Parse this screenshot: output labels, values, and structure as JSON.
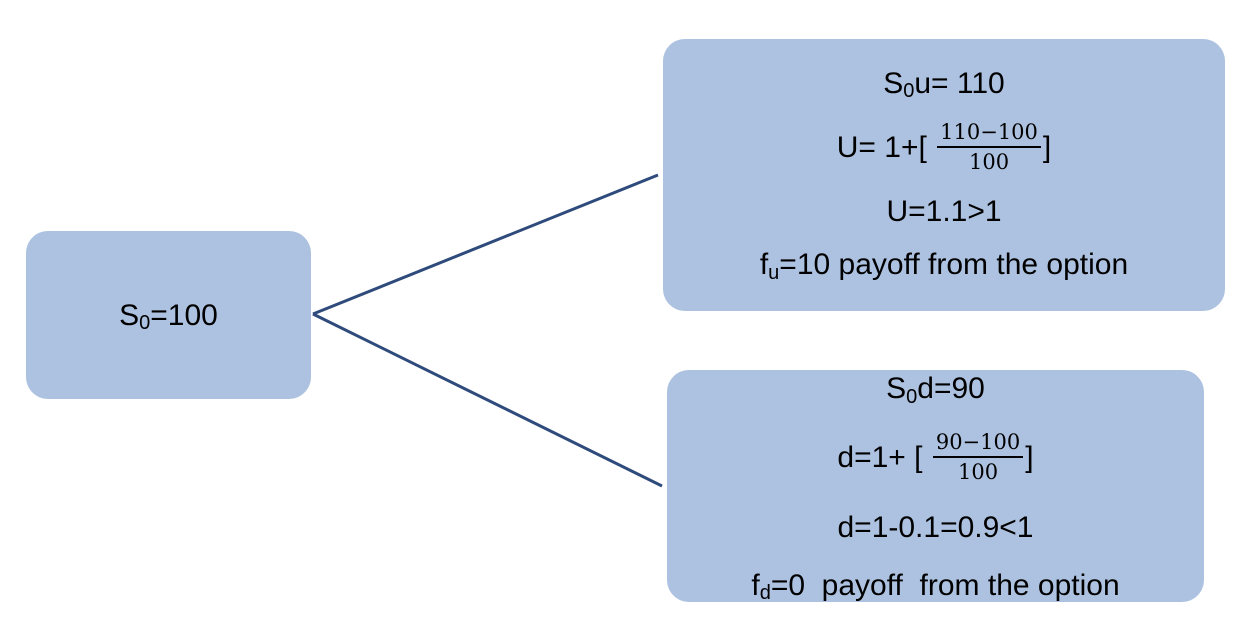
{
  "colors": {
    "node_fill": "#adc2e0",
    "edge": "#2f4b7c"
  },
  "root": {
    "symbol": "S",
    "subscript": "0",
    "text": "=100"
  },
  "up": {
    "line1": {
      "symbol": "S",
      "subscript": "0",
      "text": "u= 110"
    },
    "line2": {
      "prefix": "U= 1+[ ",
      "numerator": "110−100",
      "denominator": "100",
      "suffix": "]"
    },
    "line3": {
      "text": "U=1.1>1"
    },
    "line4": {
      "symbol": "f",
      "subscript": "u",
      "text": "=10 payoff from the option"
    }
  },
  "down": {
    "line1": {
      "symbol": "S",
      "subscript": "0",
      "text": "d=90"
    },
    "line2": {
      "prefix": "d=1+ [ ",
      "numerator": "90−100",
      "denominator": "100",
      "suffix": "]"
    },
    "line3": {
      "text": "d=1-0.1=0.9<1"
    },
    "line4": {
      "symbol": "f",
      "subscript": "d",
      "text": "=0  payoff  from the option"
    }
  }
}
